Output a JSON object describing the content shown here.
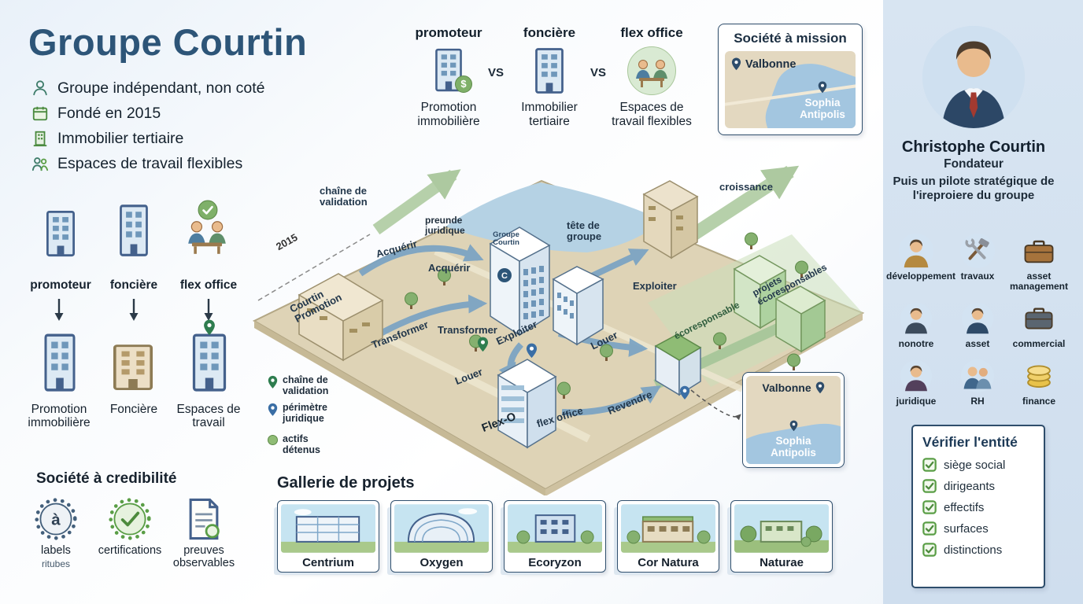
{
  "title": "Groupe Courtin",
  "header_bullets": [
    {
      "icon": "person-icon",
      "text": "Groupe indépendant, non coté"
    },
    {
      "icon": "calendar-icon",
      "text": "Fondé en 2015"
    },
    {
      "icon": "building-icon",
      "text": "Immobilier tertiaire"
    },
    {
      "icon": "people-icon",
      "text": "Espaces de travail flexibles"
    }
  ],
  "comparison": {
    "vs": "VS",
    "cols": [
      {
        "name": "promoteur",
        "badge": "$",
        "desc": "Promotion immobilière"
      },
      {
        "name": "foncière",
        "desc": "Immobilier tertiaire"
      },
      {
        "name": "flex office",
        "desc": "Espaces de travail flexibles"
      }
    ]
  },
  "mission_card": {
    "title": "Société à mission",
    "pin1": "Valbonne",
    "pin2": "Sophia Antipolis"
  },
  "founder": {
    "name": "Christophe Courtin",
    "role": "Fondateur",
    "tagline": "Puis un pilote stratégique de l'ireproiere du groupe"
  },
  "flow": {
    "top": [
      {
        "label": "promoteur"
      },
      {
        "label": "foncière"
      },
      {
        "label": "flex office"
      }
    ],
    "bottom": [
      {
        "label": "Promotion immobilière"
      },
      {
        "label": "Foncière"
      },
      {
        "label": "Espaces de travail"
      }
    ]
  },
  "credibility": {
    "title": "Société à credibilité",
    "badges": [
      {
        "glyph": "à",
        "label": "labels",
        "sublabel": "ritubes"
      },
      {
        "label": "certifications"
      },
      {
        "label": "preuves observables"
      }
    ]
  },
  "diagram": {
    "chain_validation": "chaîne de validation",
    "year": "2015",
    "acquerir_a": "Acquérir",
    "acquerir_b": "Acquérir",
    "preuve": "preunde juridique",
    "hq_name": "Groupe Courtin",
    "hq_logo": "C",
    "tete_de_groupe": "tête de groupe",
    "croissance": "croissance",
    "courtin_promotion": "Courtin Promotion",
    "transformer_a": "Transformer",
    "transformer_b": "Transformer",
    "exploiter_a": "Exploiter",
    "exploiter_b": "Exploiter",
    "louer_a": "Louer",
    "louer_b": "Louer",
    "revendre": "Revendre",
    "flexo": "Flex-O",
    "flex_office": "flex office",
    "ecoresponsable": "écoresponsable",
    "projets_eco": "projets écoresponsables",
    "legend": [
      {
        "icon": "pin-icon",
        "label": "chaîne de validation"
      },
      {
        "icon": "pin-icon",
        "label": "périmètre juridique"
      },
      {
        "icon": "dot-icon",
        "label": "actifs détenus"
      }
    ],
    "map_card": {
      "pin1": "Valbonne",
      "pin2": "Sophia Antipolis"
    }
  },
  "gallery": {
    "title": "Gallerie de projets",
    "projects": [
      {
        "name": "Centrium"
      },
      {
        "name": "Oxygen"
      },
      {
        "name": "Ecoryzon"
      },
      {
        "name": "Cor Natura"
      },
      {
        "name": "Naturae"
      }
    ]
  },
  "roles": [
    {
      "label": "développement"
    },
    {
      "label": "travaux"
    },
    {
      "label": "asset management"
    },
    {
      "label": "nonotre"
    },
    {
      "label": "asset"
    },
    {
      "label": "commercial"
    },
    {
      "label": "juridique"
    },
    {
      "label": "RH"
    },
    {
      "label": "finance"
    }
  ],
  "verify_card": {
    "title": "Vérifier l'entité",
    "items": [
      {
        "label": "siège social"
      },
      {
        "label": "dirigeants"
      },
      {
        "label": "effectifs"
      },
      {
        "label": "surfaces"
      },
      {
        "label": "distinctions"
      }
    ]
  }
}
